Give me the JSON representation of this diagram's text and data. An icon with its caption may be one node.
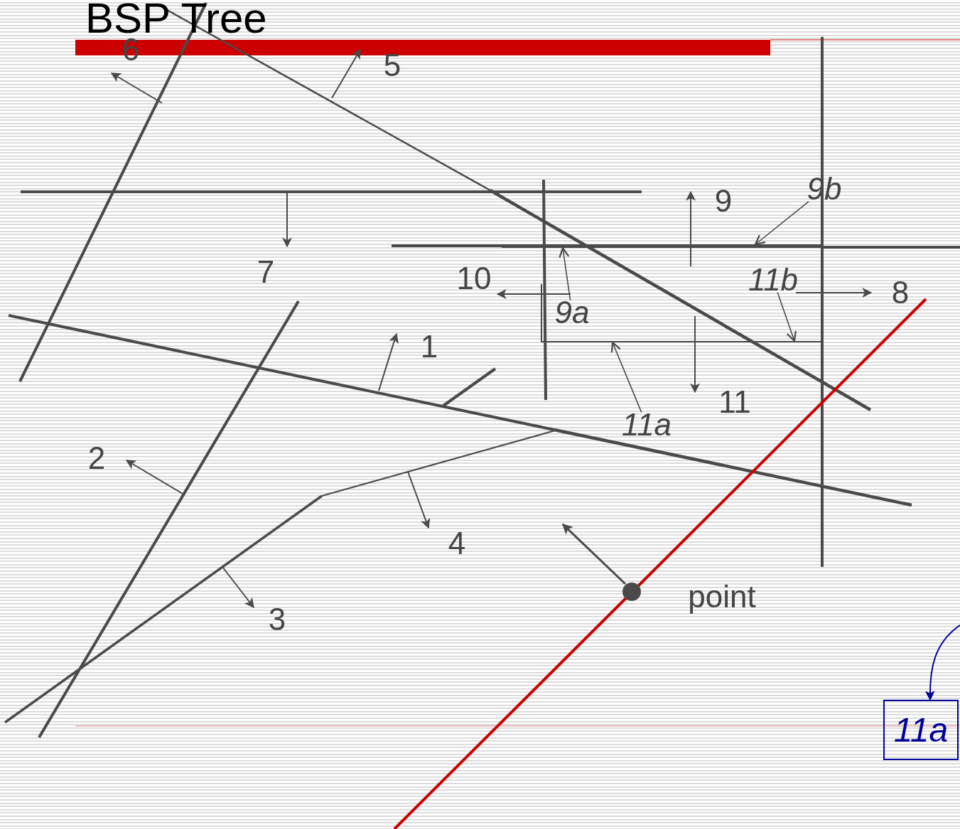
{
  "diagram": {
    "title": "BSP Tree",
    "nodes": [
      {
        "text": [
          "9b"
        ]
      },
      {
        "text": [
          "11b"
        ]
      },
      {
        "text": [
          "9a"
        ]
      },
      {
        "text": [
          "11a"
        ]
      },
      {
        "text": [
          "11a"
        ]
      },
      {
        "text": [],
        "shape": "bar"
      },
      {
        "text": [],
        "shape": "bar"
      },
      {
        "text": [],
        "shape": "bar"
      },
      {
        "text": [],
        "shape": "bar"
      }
    ],
    "edges": [
      {
        "from": 0,
        "to": 5,
        "arrow": "to"
      },
      {
        "from": 1,
        "to": 6,
        "arrow": "to"
      },
      {
        "from": 2,
        "to": 7,
        "arrow": "to"
      },
      {
        "from": 3,
        "to": 8,
        "arrow": "to"
      },
      {
        "from": null,
        "to": 4,
        "arrow": "to",
        "color": "#000099"
      }
    ],
    "labels": [
      "6",
      "5",
      "9",
      "10",
      "8",
      "7",
      "1",
      "11",
      "2",
      "4",
      "3",
      "point"
    ]
  }
}
